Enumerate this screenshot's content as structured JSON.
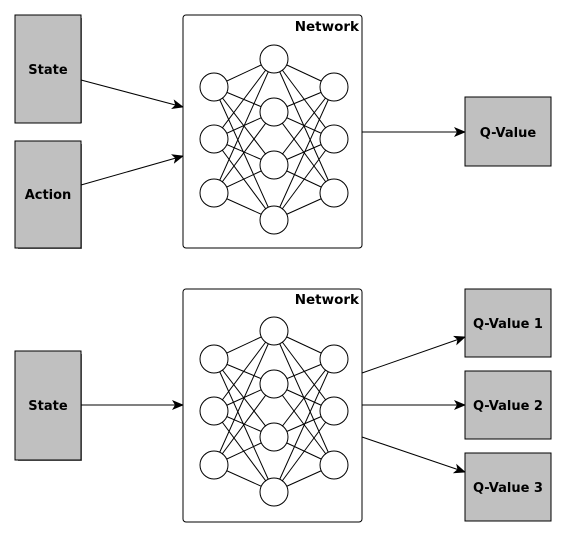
{
  "colors": {
    "box_fill": "#c0c0c0",
    "box_stroke": "#000000",
    "shadow": "#808080",
    "line": "#000000",
    "node_fill": "#ffffff",
    "network_fill": "#ffffff"
  },
  "diagram_top": {
    "inputs": [
      {
        "label": "State"
      },
      {
        "label": "Action"
      }
    ],
    "network_label": "Network",
    "outputs": [
      {
        "label": "Q-Value"
      }
    ]
  },
  "diagram_bottom": {
    "inputs": [
      {
        "label": "State"
      }
    ],
    "network_label": "Network",
    "outputs": [
      {
        "label": "Q-Value 1"
      },
      {
        "label": "Q-Value 2"
      },
      {
        "label": "Q-Value 3"
      }
    ]
  }
}
